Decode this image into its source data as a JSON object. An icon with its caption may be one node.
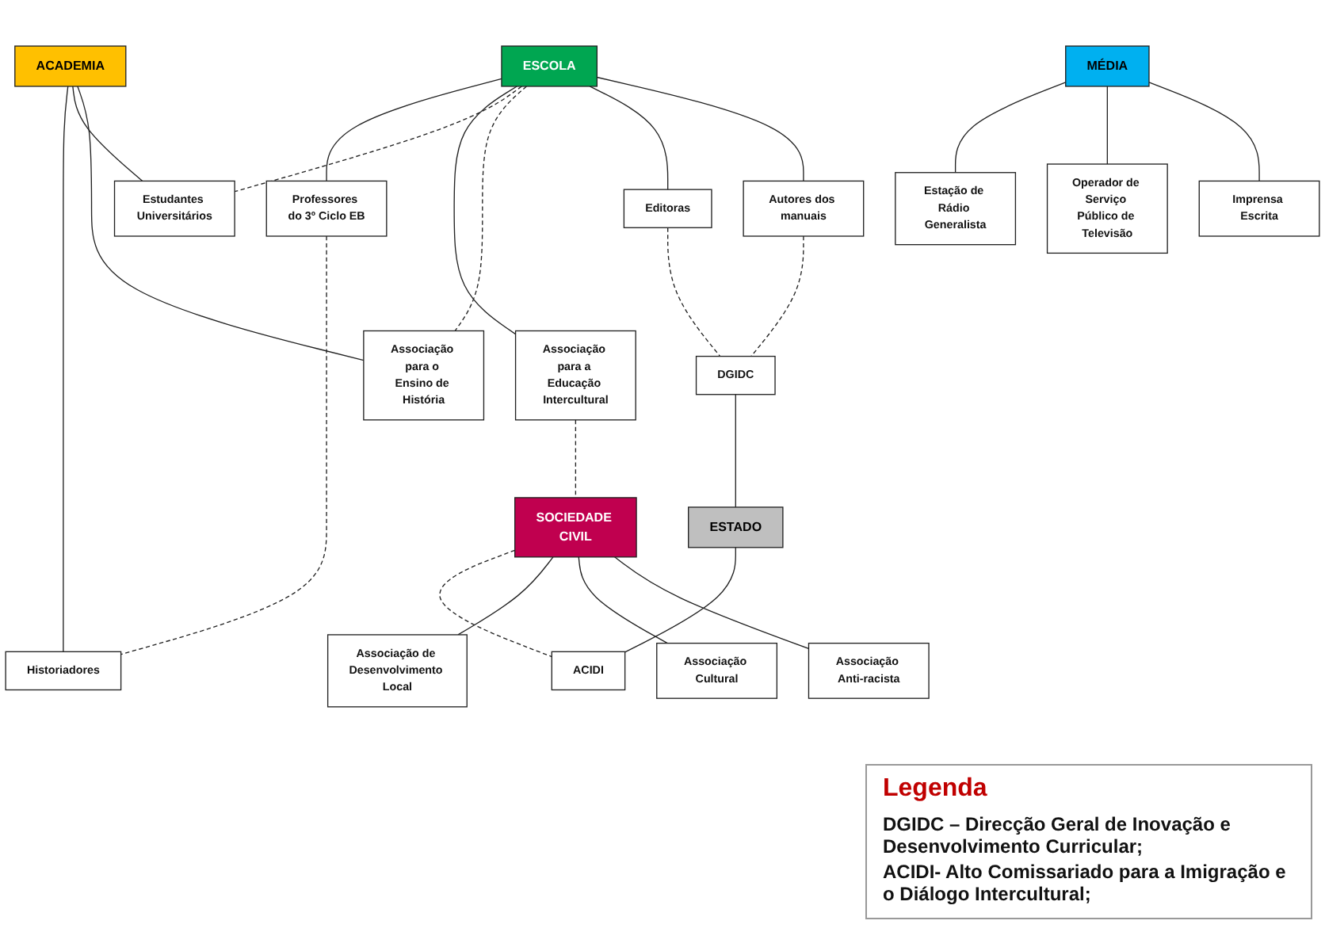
{
  "diagram": {
    "nodes": [
      {
        "text": [
          "Professores do 3º Ciclo EB"
        ]
      },
      {
        "text": [
          "Historiadores"
        ]
      },
      {
        "text": [
          "Estudantes Universitários"
        ]
      },
      {
        "text": [
          "Associação para a Educação Intercultural"
        ]
      },
      {
        "text": [
          "ESCOLA"
        ]
      },
      {
        "text": [
          "ACADEMIA"
        ]
      },
      {
        "text": [
          "Associação para o Ensino de História"
        ]
      },
      {
        "text": [
          "Editoras"
        ]
      },
      {
        "text": [
          "Autores dos manuais"
        ]
      },
      {
        "text": [
          "Estação de Rádio Generalista"
        ]
      },
      {
        "text": [
          "DGIDC"
        ]
      },
      {
        "text": [
          "ESTADO"
        ]
      },
      {
        "text": [
          "Operador de Serviço Público de Televisão"
        ]
      },
      {
        "text": [
          "MÉDIA"
        ]
      },
      {
        "text": [
          "SOCIEDADE CIVIL"
        ]
      },
      {
        "text": [
          "ACIDI"
        ]
      },
      {
        "text": [
          "Imprensa Escrita"
        ]
      },
      {
        "text": [
          "Associação Anti-racista"
        ]
      },
      {
        "text": [
          "Associação de Desenvolvimento Local"
        ]
      },
      {
        "text": [
          "Associação Cultural"
        ]
      }
    ],
    "edges": [
      {
        "from": 4,
        "to": 0,
        "arrow": "none"
      },
      {
        "from": 0,
        "to": 1,
        "arrow": "none",
        "style": "dashed"
      },
      {
        "from": 4,
        "to": 3,
        "arrow": "none"
      },
      {
        "from": 4,
        "to": 2,
        "arrow": "none",
        "style": "dashed"
      },
      {
        "from": 4,
        "to": 6,
        "arrow": "none",
        "style": "dashed"
      },
      {
        "from": 4,
        "to": 7,
        "arrow": "none"
      },
      {
        "from": 4,
        "to": 8,
        "arrow": "none"
      },
      {
        "from": 5,
        "to": 1,
        "arrow": "none"
      },
      {
        "from": 5,
        "to": 2,
        "arrow": "none"
      },
      {
        "from": 5,
        "to": 6,
        "arrow": "none"
      },
      {
        "from": 8,
        "to": 10,
        "arrow": "none",
        "style": "dashed"
      },
      {
        "from": 7,
        "to": 10,
        "arrow": "none",
        "style": "dashed"
      },
      {
        "from": 10,
        "to": 11,
        "arrow": "none"
      },
      {
        "from": 11,
        "to": 15,
        "arrow": "none"
      },
      {
        "from": 3,
        "to": 14,
        "arrow": "none",
        "style": "dashed"
      },
      {
        "from": 14,
        "to": 15,
        "arrow": "none",
        "style": "dashed"
      },
      {
        "from": 13,
        "to": 9,
        "arrow": "none"
      },
      {
        "from": 13,
        "to": 12,
        "arrow": "none"
      },
      {
        "from": 13,
        "to": 16,
        "arrow": "none"
      },
      {
        "from": 14,
        "to": 18,
        "arrow": "none"
      },
      {
        "from": 14,
        "to": 19,
        "arrow": "none"
      },
      {
        "from": 14,
        "to": 17,
        "arrow": "none"
      }
    ],
    "labels": [
      "Legenda",
      "DGIDC – Direcção Geral de Inovação e Desenvolvimento Curricular;",
      "ACIDI- Alto Comissariado para a Imigração e o Diálogo Intercultural;"
    ]
  }
}
